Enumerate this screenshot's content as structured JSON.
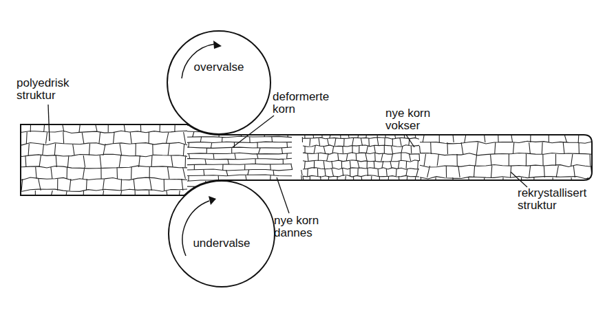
{
  "diagram": {
    "nodes": [
      {
        "text": [
          "overvalse"
        ]
      },
      {
        "text": [
          "undervalse"
        ]
      }
    ],
    "labels": [
      "polyedrisk struktur",
      "deformerte korn",
      "nye korn dannes",
      "nye korn vokser",
      "rekrystallisert struktur"
    ]
  }
}
